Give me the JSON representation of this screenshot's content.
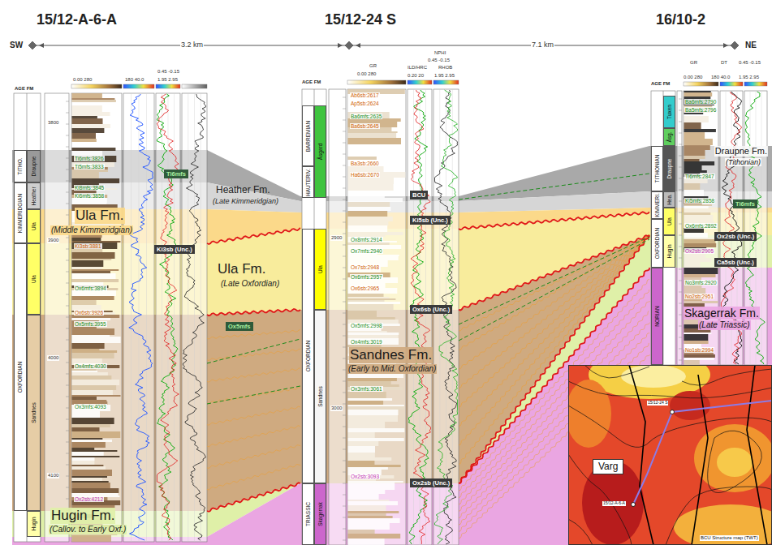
{
  "diagram": {
    "nodes": [
      {
        "text": [
          "TITHO."
        ]
      },
      {
        "text": [
          "KIMMERIDGIAN"
        ]
      },
      {
        "text": [
          "OXFORDIAN"
        ]
      },
      {
        "text": [
          "Draupne"
        ]
      },
      {
        "text": [
          "Heather"
        ]
      },
      {
        "text": [
          "Ula"
        ]
      },
      {
        "text": [
          "Ula"
        ]
      },
      {
        "text": [
          "Sandnes"
        ]
      },
      {
        "text": [
          "Hugin"
        ]
      },
      {
        "text": [
          "Ti6mfs"
        ]
      },
      {
        "text": [
          "Ki3sb (Unc.)"
        ]
      },
      {
        "text": [
          "Ox5mfs"
        ]
      },
      {
        "text": [
          "BARREMIAN"
        ]
      },
      {
        "text": [
          "HAUTERIV."
        ]
      },
      {
        "text": [
          "OXFORDIAN"
        ]
      },
      {
        "text": [
          "TRIASSIC"
        ]
      },
      {
        "text": [
          "Åsgard"
        ]
      },
      {
        "text": [
          "Ula"
        ]
      },
      {
        "text": [
          "Sandnes"
        ]
      },
      {
        "text": [
          "Skagerrak"
        ]
      },
      {
        "text": [
          "BCU"
        ]
      },
      {
        "text": [
          "Ki5sb (Unc.)"
        ]
      },
      {
        "text": [
          "Ox6sb (Unc.)"
        ]
      },
      {
        "text": [
          "Ox2sb (Unc.)"
        ]
      },
      {
        "text": [
          "TITHONIAN"
        ]
      },
      {
        "text": [
          "KIMMERI."
        ]
      },
      {
        "text": [
          "OXFORDIAN"
        ]
      },
      {
        "text": [
          "NORIAN"
        ]
      },
      {
        "text": [
          "Tuxen"
        ]
      },
      {
        "text": [
          "Åsg."
        ]
      },
      {
        "text": [
          "Draupne"
        ]
      },
      {
        "text": [
          "Hea."
        ]
      },
      {
        "text": [
          "Ula"
        ]
      },
      {
        "text": [
          "Hugin"
        ]
      },
      {
        "text": [
          "Ti6mfs"
        ]
      },
      {
        "text": [
          "Ox2sb (Unc.)"
        ]
      },
      {
        "text": [
          "Ca5sb (Unc.)"
        ]
      },
      {
        "text": [
          "Varg"
        ]
      }
    ],
    "labels": [
      "15/12-A-6-A",
      "15/12-24 S",
      "16/10-2",
      "SW",
      "NE",
      "3.2 km",
      "7.1 km",
      "AGE FM",
      "0.00 280",
      "180 40.0",
      "0.45 -0.15",
      "1.95 2.95",
      "3800",
      "3900",
      "4000",
      "4100",
      "Ti6mfs:3826",
      "Ti5mfs:3833",
      "Ki8mfs:3845",
      "Ki6mfs:3858",
      "Ki3sb:3881",
      "Ox6mfs:3894",
      "Ox6sb:3926",
      "Ox5mfs:3955",
      "Ox4mfs:4030",
      "Ox3mfs:4093",
      "Ox2sb:4212",
      "AGE FM",
      "GR",
      "0.00 280",
      "NPHI",
      "0.45 -0.15",
      "ILD/HRC",
      "RHOB",
      "0.20 20",
      "1.95 2.95",
      "2900",
      "3000",
      "Ab6sb:2617",
      "Ap5sb:2624",
      "Ba6mfs:2635",
      "Ba6sb:2645",
      "Ba3sb:2660",
      "Ha6sb:2670",
      "Ox8mfs:2914",
      "Ox7mfs:2940",
      "Ox7sb:2948",
      "Ox6mfs:2957",
      "Ox6sb:2965",
      "Ox5mfs:2998",
      "Ox4mfs:3019",
      "Ox3mfs:3061",
      "Ox2sb:3093",
      "AGE FM",
      "GR",
      "DT",
      "0.00 280",
      "180 40.0",
      "0.45 -0.15",
      "1.95 2.95",
      "Ba6mfs:2790",
      "Ba5mfs:2796",
      "Ti6mfs:2847",
      "Ki5mfs:2858",
      "Ox6mfs:2892",
      "Ox2sb:2905",
      "No3mfs:2920",
      "No2sb:2951",
      "No1sb:2994",
      "Heather Fm.",
      "(Late Kimmeridgian)",
      "Ula Fm.",
      "(Middle Kimmeridgian)",
      "Ula Fm.",
      "(Late Oxfordian)",
      "Sandnes Fm.",
      "(Early to Mid. Oxfordian)",
      "Hugin Fm.",
      "(Callov. to Early Oxf.)",
      "Draupne Fm.",
      "(Tithonian)",
      "Skagerrak Fm.",
      "(Late Triassic)",
      "15/12-A-6-A",
      "15/12-24 S",
      "BCU Structure map (TWT)"
    ]
  }
}
